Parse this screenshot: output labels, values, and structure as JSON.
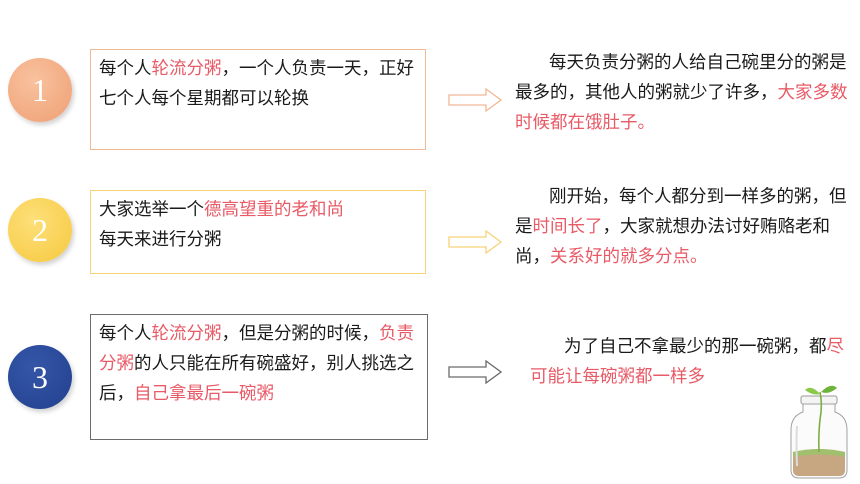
{
  "items": [
    {
      "number": "1",
      "box": [
        {
          "text": "每个人",
          "hl": false
        },
        {
          "text": "轮流分粥",
          "hl": true
        },
        {
          "text": "，一个人负责一天，正好七个人每个星期都可以轮换",
          "hl": false
        }
      ],
      "result": [
        {
          "text": "每天负责分粥的人给自己碗里分的粥是最多的，其他人的粥就少了许多，",
          "hl": false
        },
        {
          "text": "大家多数时候都在饿肚子。",
          "hl": true
        }
      ]
    },
    {
      "number": "2",
      "box": [
        {
          "text": "大家选举一个",
          "hl": false
        },
        {
          "text": "德高望重的老和尚",
          "hl": true
        },
        {
          "text": "每天来进行分粥",
          "hl": false
        }
      ],
      "result": [
        {
          "text": "刚开始，每个人都分到一样多的粥，但是",
          "hl": false
        },
        {
          "text": "时间长了",
          "hl": true
        },
        {
          "text": "，大家就想办法讨好贿赂老和尚，",
          "hl": false
        },
        {
          "text": "关系好的就多分点。",
          "hl": true
        }
      ]
    },
    {
      "number": "3",
      "box": [
        {
          "text": "每个人",
          "hl": false
        },
        {
          "text": "轮流分粥",
          "hl": true
        },
        {
          "text": "，但是分粥的时候，",
          "hl": false
        },
        {
          "text": "负责分粥",
          "hl": true
        },
        {
          "text": "的人只能在所有碗盛好，别人挑选之后，",
          "hl": false
        },
        {
          "text": "自己拿最后一碗粥",
          "hl": true
        }
      ],
      "result": [
        {
          "text": "为了自己不拿最少的那一碗粥，都",
          "hl": false
        },
        {
          "text": "尽可能让每碗粥都一样多",
          "hl": true
        }
      ]
    }
  ],
  "colors": {
    "highlight": "#e85a66",
    "badge1": "#ef9f74",
    "badge2": "#f6c83e",
    "badge3": "#22408e"
  },
  "icons": {
    "arrow": "hollow-right-arrow-icon",
    "decoration": "plant-jar-icon"
  }
}
